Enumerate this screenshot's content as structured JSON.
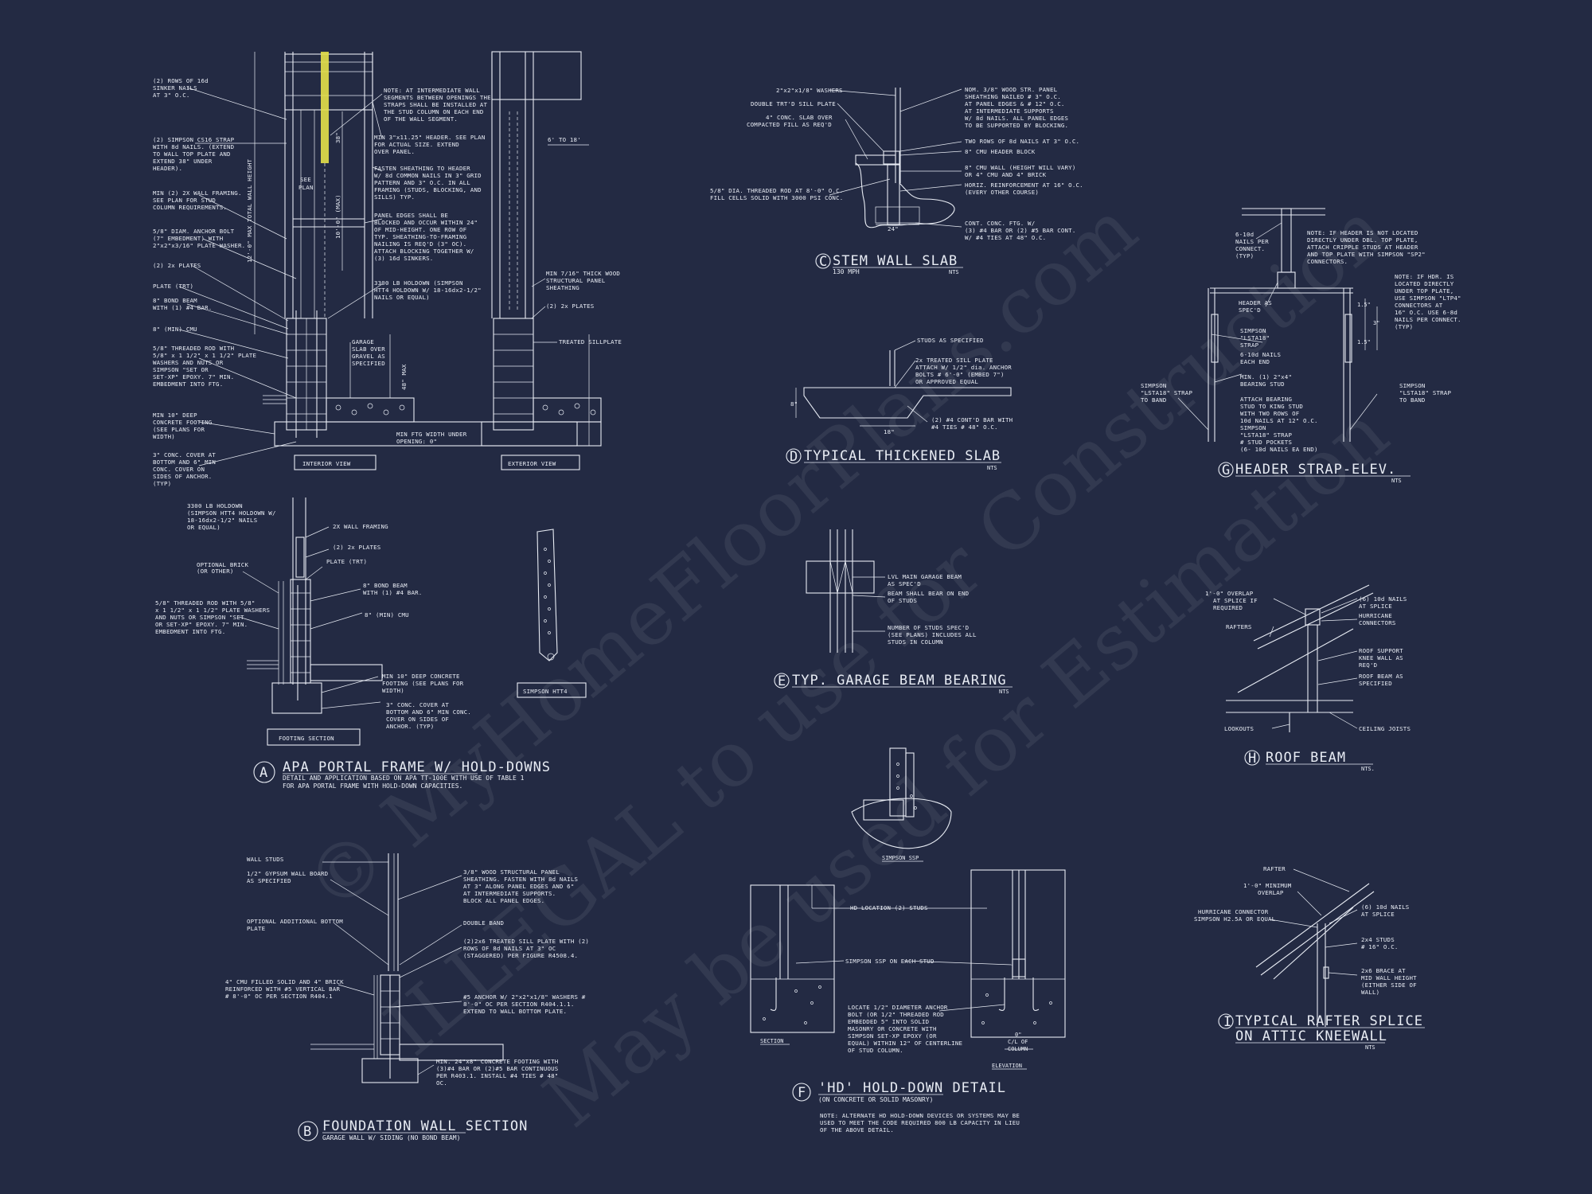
{
  "watermark": [
    "© MyHomeFloorPlans.com",
    "ILLEGAL to use for Construction",
    "May be used for Estimation"
  ],
  "details": {
    "A": {
      "letter": "A",
      "title": "APA PORTAL FRAME W/ HOLD-DOWNS",
      "subtitle1": "DETAIL AND APPLICATION BASED ON APA TT-100E WITH USE OF TABLE 1",
      "subtitle2": "FOR APA PORTAL FRAME WITH HOLD-DOWN CAPACITIES.",
      "interior_view": "INTERIOR VIEW",
      "exterior_view": "EXTERIOR VIEW",
      "footing_section": "FOOTING SECTION",
      "simpson_htt4": "SIMPSON HTT4",
      "see_plan": [
        "SEE",
        "PLAN"
      ],
      "dim_total": "12'-0\" MAX TOTAL WALL HEIGHT",
      "dim_10": "10'-0\" (MAX)",
      "dim_38": "38\"",
      "dim_6to18": "6' TO 18'",
      "dim_48": "48\" MAX",
      "notes_left": [
        [
          "(2) ROWS OF 16d",
          "SINKER NAILS",
          "AT 3\" O.C."
        ],
        [
          "(2) SIMPSON CS16 STRAP",
          "WITH 8d NAILS. (EXTEND",
          "TO WALL TOP PLATE AND",
          "EXTEND 38\" UNDER",
          "HEADER)."
        ],
        [
          "MIN (2) 2X WALL FRAMING.",
          "SEE PLAN FOR STUD",
          "COLUMN REQUIREMENTS."
        ],
        [
          "5/8\" DIAM. ANCHOR BOLT",
          "(7\" EMBEDMENT) WITH",
          "2\"x2\"x3/16\" PLATE WASHER."
        ],
        [
          "(2) 2x PLATES"
        ],
        [
          "PLATE (TRT)"
        ],
        [
          "8\" BOND BEAM",
          "WITH (1) #4 BAR."
        ],
        [
          "8\" (MIN) CMU"
        ],
        [
          "5/8\" THREADED ROD WITH",
          "5/8\" x 1 1/2\" x 1 1/2\" PLATE",
          "WASHERS AND NUTS OR",
          "SIMPSON \"SET OR",
          "SET-XP\" EPOXY. 7\" MIN.",
          "EMBEDMENT INTO FTG."
        ],
        [
          "MIN 10\" DEEP",
          "CONCRETE FOOTING",
          "(SEE PLANS FOR",
          "WIDTH)"
        ],
        [
          "3\" CONC. COVER AT",
          "BOTTOM AND 6\" MIN",
          "CONC. COVER ON",
          "SIDES OF ANCHOR.",
          "(TYP)"
        ]
      ],
      "notes_mid": [
        [
          "NOTE: AT INTERMEDIATE WALL",
          "SEGMENTS BETWEEN OPENINGS THE",
          "STRAPS SHALL BE INSTALLED AT",
          "THE STUD COLUMN ON EACH END",
          "OF THE WALL SEGMENT."
        ],
        [
          "MIN 3\"x11.25\" HEADER. SEE PLAN",
          "FOR ACTUAL SIZE. EXTEND",
          "OVER PANEL."
        ],
        [
          "FASTEN SHEATHING TO HEADER",
          "W/ 8d COMMON NAILS IN 3\" GRID",
          "PATTERN AND 3\" O.C. IN ALL",
          "FRAMING (STUDS, BLOCKING, AND",
          "SILLS) TYP."
        ],
        [
          "PANEL EDGES SHALL BE",
          "BLOCKED AND OCCUR WITHIN 24\"",
          "OF MID-HEIGHT. ONE ROW OF",
          "TYP. SHEATHING-TO-FRAMING",
          "NAILING IS REQ'D (3\" OC).",
          "ATTACH BLOCKING TOGETHER W/",
          "(3) 16d SINKERS."
        ],
        [
          "3300 LB HOLDOWN (SIMPSON",
          "HTT4 HOLDOWN W/ 18-16dx2-1/2\"",
          "NAILS OR EQUAL)"
        ],
        [
          "GARAGE",
          "SLAB OVER",
          "GRAVEL AS",
          "SPECIFIED"
        ],
        [
          "MIN FTG WIDTH UNDER",
          "OPENING: 0\""
        ]
      ],
      "notes_ext": [
        [
          "MIN 7/16\" THICK WOOD",
          "STRUCTURAL PANEL",
          "SHEATHING"
        ],
        [
          "(2) 2x PLATES"
        ],
        [
          "TREATED SILLPLATE"
        ]
      ],
      "notes_footing": [
        [
          "3300 LB HOLDOWN",
          "(SIMPSON HTT4 HOLDOWN W/",
          "18-16dx2-1/2\" NAILS",
          "OR EQUAL)"
        ],
        [
          "2X WALL FRAMING"
        ],
        [
          "(2) 2x PLATES"
        ],
        [
          "PLATE (TRT)"
        ],
        [
          "OPTIONAL BRICK",
          "(OR OTHER)"
        ],
        [
          "8\" BOND BEAM",
          "WITH (1) #4 BAR."
        ],
        [
          "5/8\" THREADED ROD WITH 5/8\"",
          "x 1 1/2\" x 1 1/2\" PLATE WASHERS",
          "AND NUTS OR SIMPSON \"SET",
          "OR SET-XP\" EPOXY. 7\" MIN.",
          "EMBEDMENT INTO FTG."
        ],
        [
          "8\" (MIN) CMU"
        ],
        [
          "MIN 10\" DEEP CONCRETE",
          "FOOTING (SEE PLANS FOR",
          "WIDTH)"
        ],
        [
          "3\" CONC. COVER AT",
          "BOTTOM AND 6\" MIN CONC.",
          "COVER ON SIDES OF",
          "ANCHOR. (TYP)"
        ]
      ]
    },
    "B": {
      "letter": "B",
      "title": "FOUNDATION WALL SECTION",
      "subtitle": "GARAGE WALL W/ SIDING (NO BOND BEAM)",
      "notes_left": [
        [
          "WALL STUDS"
        ],
        [
          "1/2\" GYPSUM WALL BOARD",
          "AS SPECIFIED"
        ],
        [
          "OPTIONAL ADDITIONAL BOTTOM",
          "PLATE"
        ],
        [
          "4\" CMU FILLED SOLID AND 4\" BRICK",
          "REINFORCED WITH #5 VERTICAL BAR",
          "# 8'-0\" OC PER SECTION R404.1"
        ]
      ],
      "notes_right": [
        [
          "3/8\" WOOD STRUCTURAL PANEL",
          "SHEATHING. FASTEN WITH 8d NAILS",
          "AT 3\" ALONG PANEL EDGES AND 6\"",
          "AT INTERMEDIATE SUPPORTS.",
          "BLOCK ALL PANEL EDGES."
        ],
        [
          "DOUBLE BAND"
        ],
        [
          "(2)2x6 TREATED SILL PLATE WITH (2)",
          "ROWS OF 8d NAILS AT 3\" OC",
          "(STAGGERED) PER FIGURE R4508.4."
        ],
        [
          "#5 ANCHOR W/ 2\"x2\"x1/8\" WASHERS #",
          "8'-0\" OC PER SECTION R404.1.1.",
          "EXTEND TO WALL BOTTOM PLATE."
        ],
        [
          "MIN. 24\"x8\" CONCRETE FOOTING WITH",
          "(3)#4 BAR OR (2)#5 BAR CONTINUOUS",
          "PER R403.1. INSTALL #4 TIES # 48\"",
          "OC."
        ]
      ]
    },
    "C": {
      "letter": "C",
      "title": "STEM WALL SLAB",
      "subtitle": "130 MPH",
      "nts": "NTS",
      "dim": "24\"",
      "notes_left": [
        [
          "2\"x2\"x1/8\" WASHERS"
        ],
        [
          "DOUBLE TRT'D SILL PLATE"
        ],
        [
          "4\" CONC. SLAB OVER",
          "COMPACTED FILL AS REQ'D"
        ],
        [
          "5/8\" DIA. THREADED ROD AT 8'-0\" O.C.",
          "FILL CELLS SOLID WITH 3000 PSI CONC."
        ]
      ],
      "notes_right": [
        [
          "NOM. 3/8\" WOOD STR. PANEL",
          "SHEATHING NAILED # 3\" O.C.",
          "AT PANEL EDGES & # 12\" O.C.",
          "AT INTERMEDIATE SUPPORTS",
          "W/ 8d NAILS. ALL PANEL EDGES",
          "TO BE SUPPORTED BY BLOCKING."
        ],
        [
          "TWO ROWS OF 8d NAILS AT 3\" O.C."
        ],
        [
          "8\" CMU HEADER BLOCK"
        ],
        [
          "8\" CMU WALL (HEIGHT WILL VARY)",
          "OR 4\" CMU AND 4\" BRICK"
        ],
        [
          "HORIZ. REINFORCEMENT AT 16\" O.C.",
          "(EVERY OTHER COURSE)"
        ],
        [
          "CONT. CONC. FTG. W/",
          "(3) #4 BAR OR (2) #5 BAR CONT.",
          "W/ #4 TIES AT 48\" O.C."
        ]
      ]
    },
    "D": {
      "letter": "D",
      "title": "TYPICAL THICKENED SLAB",
      "nts": "NTS",
      "dim_h": "18\"",
      "dim_v": "8\"",
      "notes": [
        [
          "STUDS AS SPECIFIED"
        ],
        [
          "2x TREATED SILL PLATE",
          "ATTACH W/ 1/2\" dia. ANCHOR",
          "BOLTS # 6'-0\" (EMBED 7\")",
          "OR APPROVED EQUAL"
        ],
        [
          "(2) #4 CONT'D BAR WITH",
          "#4 TIES # 48\" O.C."
        ]
      ]
    },
    "E": {
      "letter": "E",
      "title": "TYP. GARAGE BEAM BEARING",
      "nts": "NTS",
      "notes": [
        [
          "LVL MAIN GARAGE BEAM",
          "AS SPEC'D"
        ],
        [
          "BEAM SHALL BEAR ON END",
          "OF STUDS"
        ],
        [
          "NUMBER OF STUDS SPEC'D",
          "(SEE PLANS) INCLUDES ALL",
          "STUDS IN COLUMN"
        ]
      ]
    },
    "F": {
      "letter": "F",
      "title": "'HD' HOLD-DOWN DETAIL",
      "subtitle": "(ON CONCRETE OR SOLID MASONRY)",
      "simpson_ssp": "SIMPSON SSP",
      "section": "SECTION",
      "elevation": "ELEVATION",
      "dim": [
        "0\"",
        "C/L OF",
        "COLUMN"
      ],
      "notes": [
        [
          "HD LOCATION (2) STUDS"
        ],
        [
          "SIMPSON SSP ON EACH STUD"
        ],
        [
          "LOCATE 1/2\" DIAMETER ANCHOR",
          "BOLT (OR 1/2\" THREADED ROD",
          "EMBEDDED 5\" INTO SOLID",
          "MASONRY OR CONCRETE WITH",
          "SIMPSON SET-XP EPOXY (OR",
          "EQUAL) WITHIN 12\" OF CENTERLINE",
          "OF STUD COLUMN."
        ]
      ],
      "footnote": [
        "NOTE: ALTERNATE HD HOLD-DOWN DEVICES OR SYSTEMS MAY BE",
        "USED TO MEET THE CODE REQUIRED 800 LB CAPACITY IN LIEU",
        "OF THE ABOVE DETAIL."
      ]
    },
    "G": {
      "letter": "G",
      "title": "HEADER STRAP-ELEV.",
      "nts": "NTS",
      "dims": [
        "1.5\"",
        "3\"",
        "1.5\""
      ],
      "notes_left": [
        [
          "6-10d",
          "NAILS PER",
          "CONNECT.",
          "(TYP)"
        ],
        [
          "HEADER AS",
          "SPEC'D"
        ],
        [
          "SIMPSON",
          "\"LSTA18\"",
          "STRAP"
        ],
        [
          "6-10d NAILS",
          "EACH END"
        ],
        [
          "MIN. (1) 2\"x4\"",
          "BEARING STUD"
        ],
        [
          "ATTACH BEARING",
          "STUD TO KING STUD",
          "WITH TWO ROWS OF",
          "10d NAILS AT 12\" O.C."
        ],
        [
          "SIMPSON",
          "\"LSTA18\" STRAP",
          "# STUD POCKETS",
          "(6- 10d NAILS EA END)"
        ],
        [
          "SIMPSON",
          "\"LSTA18\" STRAP",
          "TO BAND"
        ]
      ],
      "notes_right": [
        [
          "NOTE: IF HEADER IS NOT LOCATED",
          "DIRECTLY UNDER DBL. TOP PLATE,",
          "ATTACH CRIPPLE STUDS AT HEADER",
          "AND TOP PLATE WITH SIMPSON \"SP2\"",
          "CONNECTORS."
        ],
        [
          "NOTE: IF HDR. IS",
          "LOCATED DIRECTLY",
          "UNDER TOP PLATE,",
          "USE SIMPSON \"LTP4\"",
          "CONNECTORS AT",
          "16\" O.C. USE 6-8d",
          "NAILS PER CONNECT.",
          "(TYP)"
        ],
        [
          "SIMPSON",
          "\"LSTA18\" STRAP",
          "TO BAND"
        ]
      ]
    },
    "H": {
      "letter": "H",
      "title": "ROOF BEAM",
      "nts": "NTS.",
      "notes_left": [
        [
          "1'-0\" OVERLAP",
          "AT SPLICE IF",
          "REQUIRED"
        ],
        [
          "RAFTERS"
        ],
        [
          "LOOKOUTS"
        ]
      ],
      "notes_right": [
        [
          "(6) 10d NAILS",
          "AT SPLICE"
        ],
        [
          "HURRICANE",
          "CONNECTORS"
        ],
        [
          "ROOF SUPPORT",
          "KNEE WALL AS",
          "REQ'D"
        ],
        [
          "ROOF BEAM AS",
          "SPECIFIED"
        ],
        [
          "CEILING JOISTS"
        ]
      ]
    },
    "I": {
      "letter": "I",
      "title1": "TYPICAL RAFTER SPLICE",
      "title2": "ON ATTIC KNEEWALL",
      "nts": "NTS",
      "notes_left": [
        [
          "RAFTER"
        ],
        [
          "1'-0\" MINIMUM",
          "OVERLAP"
        ],
        [
          "HURRICANE CONNECTOR",
          "SIMPSON H2.5A OR EQUAL"
        ]
      ],
      "notes_right": [
        [
          "(6) 10d NAILS",
          "AT SPLICE"
        ],
        [
          "2x4 STUDS",
          "# 16\" O.C."
        ],
        [
          "2x6 BRACE AT",
          "MID WALL HEIGHT",
          "(EITHER SIDE OF",
          "WALL)"
        ]
      ]
    }
  },
  "colors": {
    "background": "#232a43",
    "linework": "#e8ecf4",
    "strap_highlight": "#e4e04a"
  }
}
